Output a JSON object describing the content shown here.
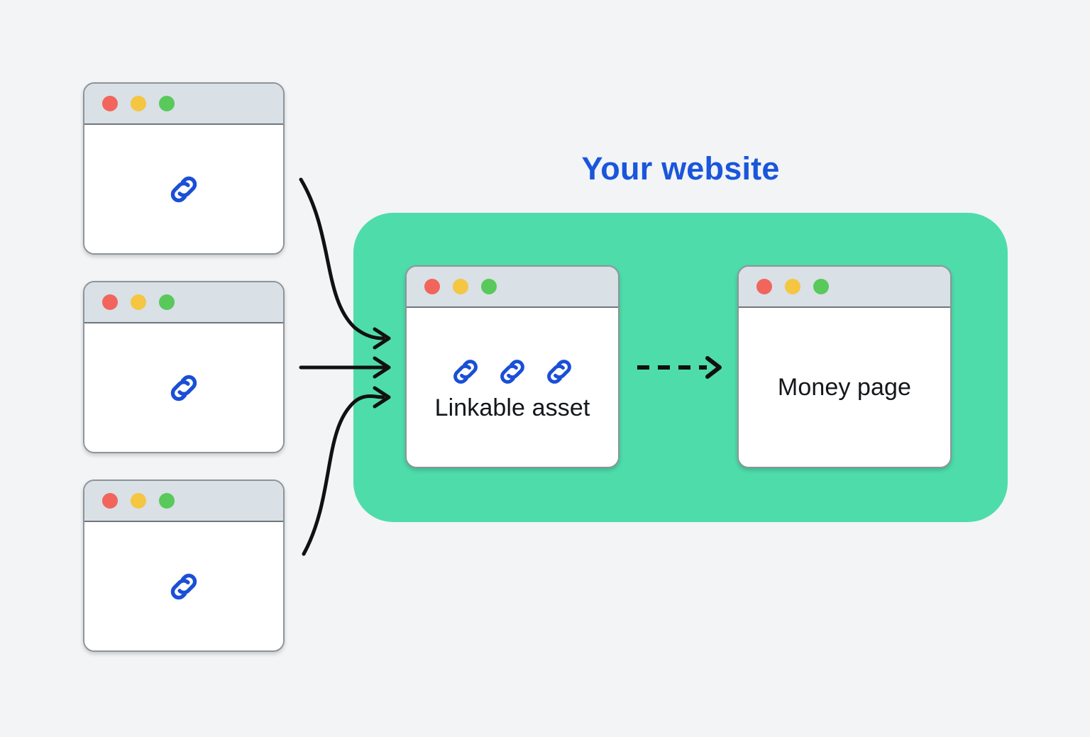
{
  "diagram": {
    "type": "link-building-flow-diagram",
    "background_color": "#f2f4f6",
    "title": "Your website",
    "title_color": "#1a56db",
    "panel_color": "#4edcab"
  },
  "website_panel": {
    "label": "Your website",
    "cards": [
      {
        "id": "linkable-asset",
        "caption": "Linkable asset",
        "link_icon_count": 3,
        "icon": "link-icon"
      },
      {
        "id": "money-page",
        "caption": "Money page",
        "link_icon_count": 0,
        "icon": ""
      }
    ]
  },
  "source_cards": [
    {
      "id": "source-1",
      "caption": "",
      "icon": "link-icon"
    },
    {
      "id": "source-2",
      "caption": "",
      "icon": "link-icon"
    },
    {
      "id": "source-3",
      "caption": "",
      "icon": "link-icon"
    }
  ],
  "window_controls": {
    "close_color": "#f1655c",
    "minimize_color": "#f4c641",
    "maximize_color": "#58c95a",
    "close_label": "close-dot",
    "minimize_label": "minimize-dot",
    "maximize_label": "maximize-dot"
  },
  "connectors": [
    {
      "id": "backlink-arrow-top",
      "style": "curved-solid",
      "from": "source-1",
      "to": "linkable-asset"
    },
    {
      "id": "backlink-arrow-middle",
      "style": "straight-solid",
      "from": "source-2",
      "to": "linkable-asset"
    },
    {
      "id": "backlink-arrow-bottom",
      "style": "curved-solid",
      "from": "source-3",
      "to": "linkable-asset"
    },
    {
      "id": "internal-link-arrow",
      "style": "dashed",
      "from": "linkable-asset",
      "to": "money-page",
      "dash_count": 4
    }
  ],
  "colors": {
    "link_blue": "#1a4fd6",
    "arrow_black": "#111111",
    "card_border": "#8e9499",
    "titlebar": "#d9e0e6"
  }
}
